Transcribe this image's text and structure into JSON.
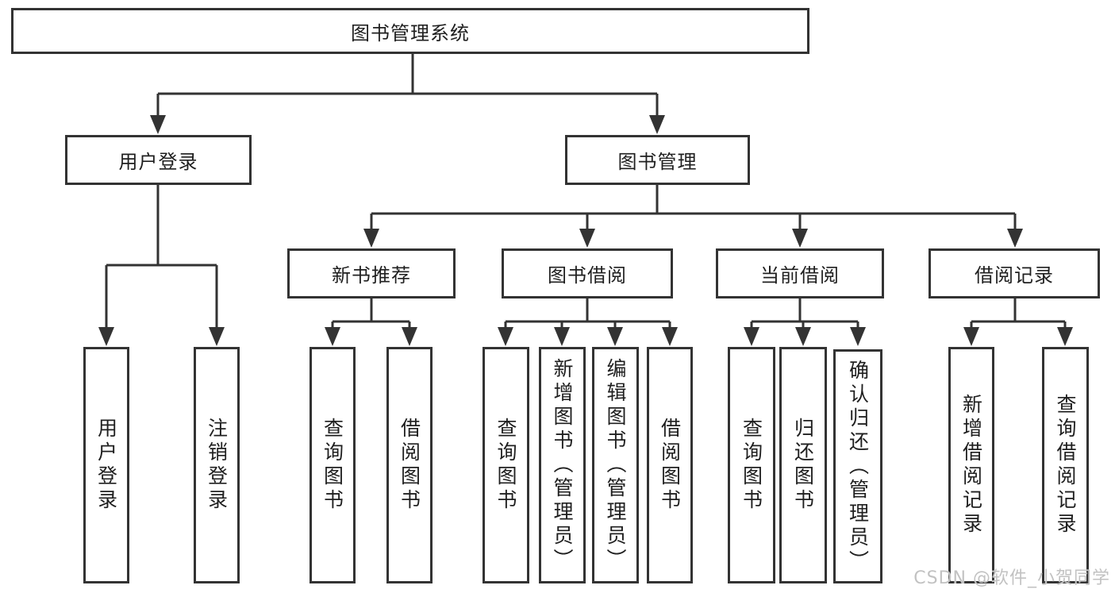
{
  "diagram": {
    "root": {
      "label": "图书管理系统"
    },
    "user_login": {
      "label": "用户登录",
      "children": [
        {
          "label": "用户登录"
        },
        {
          "label": "注销登录"
        }
      ]
    },
    "book_management": {
      "label": "图书管理",
      "children": [
        {
          "label": "新书推荐",
          "children": [
            {
              "label": "查询图书"
            },
            {
              "label": "借阅图书"
            }
          ]
        },
        {
          "label": "图书借阅",
          "children": [
            {
              "label": "查询图书"
            },
            {
              "label": "新增图书（管理员）"
            },
            {
              "label": "编辑图书（管理员）"
            },
            {
              "label": "借阅图书"
            }
          ]
        },
        {
          "label": "当前借阅",
          "children": [
            {
              "label": "查询图书"
            },
            {
              "label": "归还图书"
            },
            {
              "label": "确认归还（管理员）"
            }
          ]
        },
        {
          "label": "借阅记录",
          "children": [
            {
              "label": "新增借阅记录"
            },
            {
              "label": "查询借阅记录"
            }
          ]
        }
      ]
    }
  },
  "watermark": {
    "text": "CSDN @软件_小贺同学"
  },
  "colors": {
    "line": "#333333",
    "text": "#1f1f1f",
    "background": "#ffffff",
    "watermark": "#c2c2c2"
  }
}
